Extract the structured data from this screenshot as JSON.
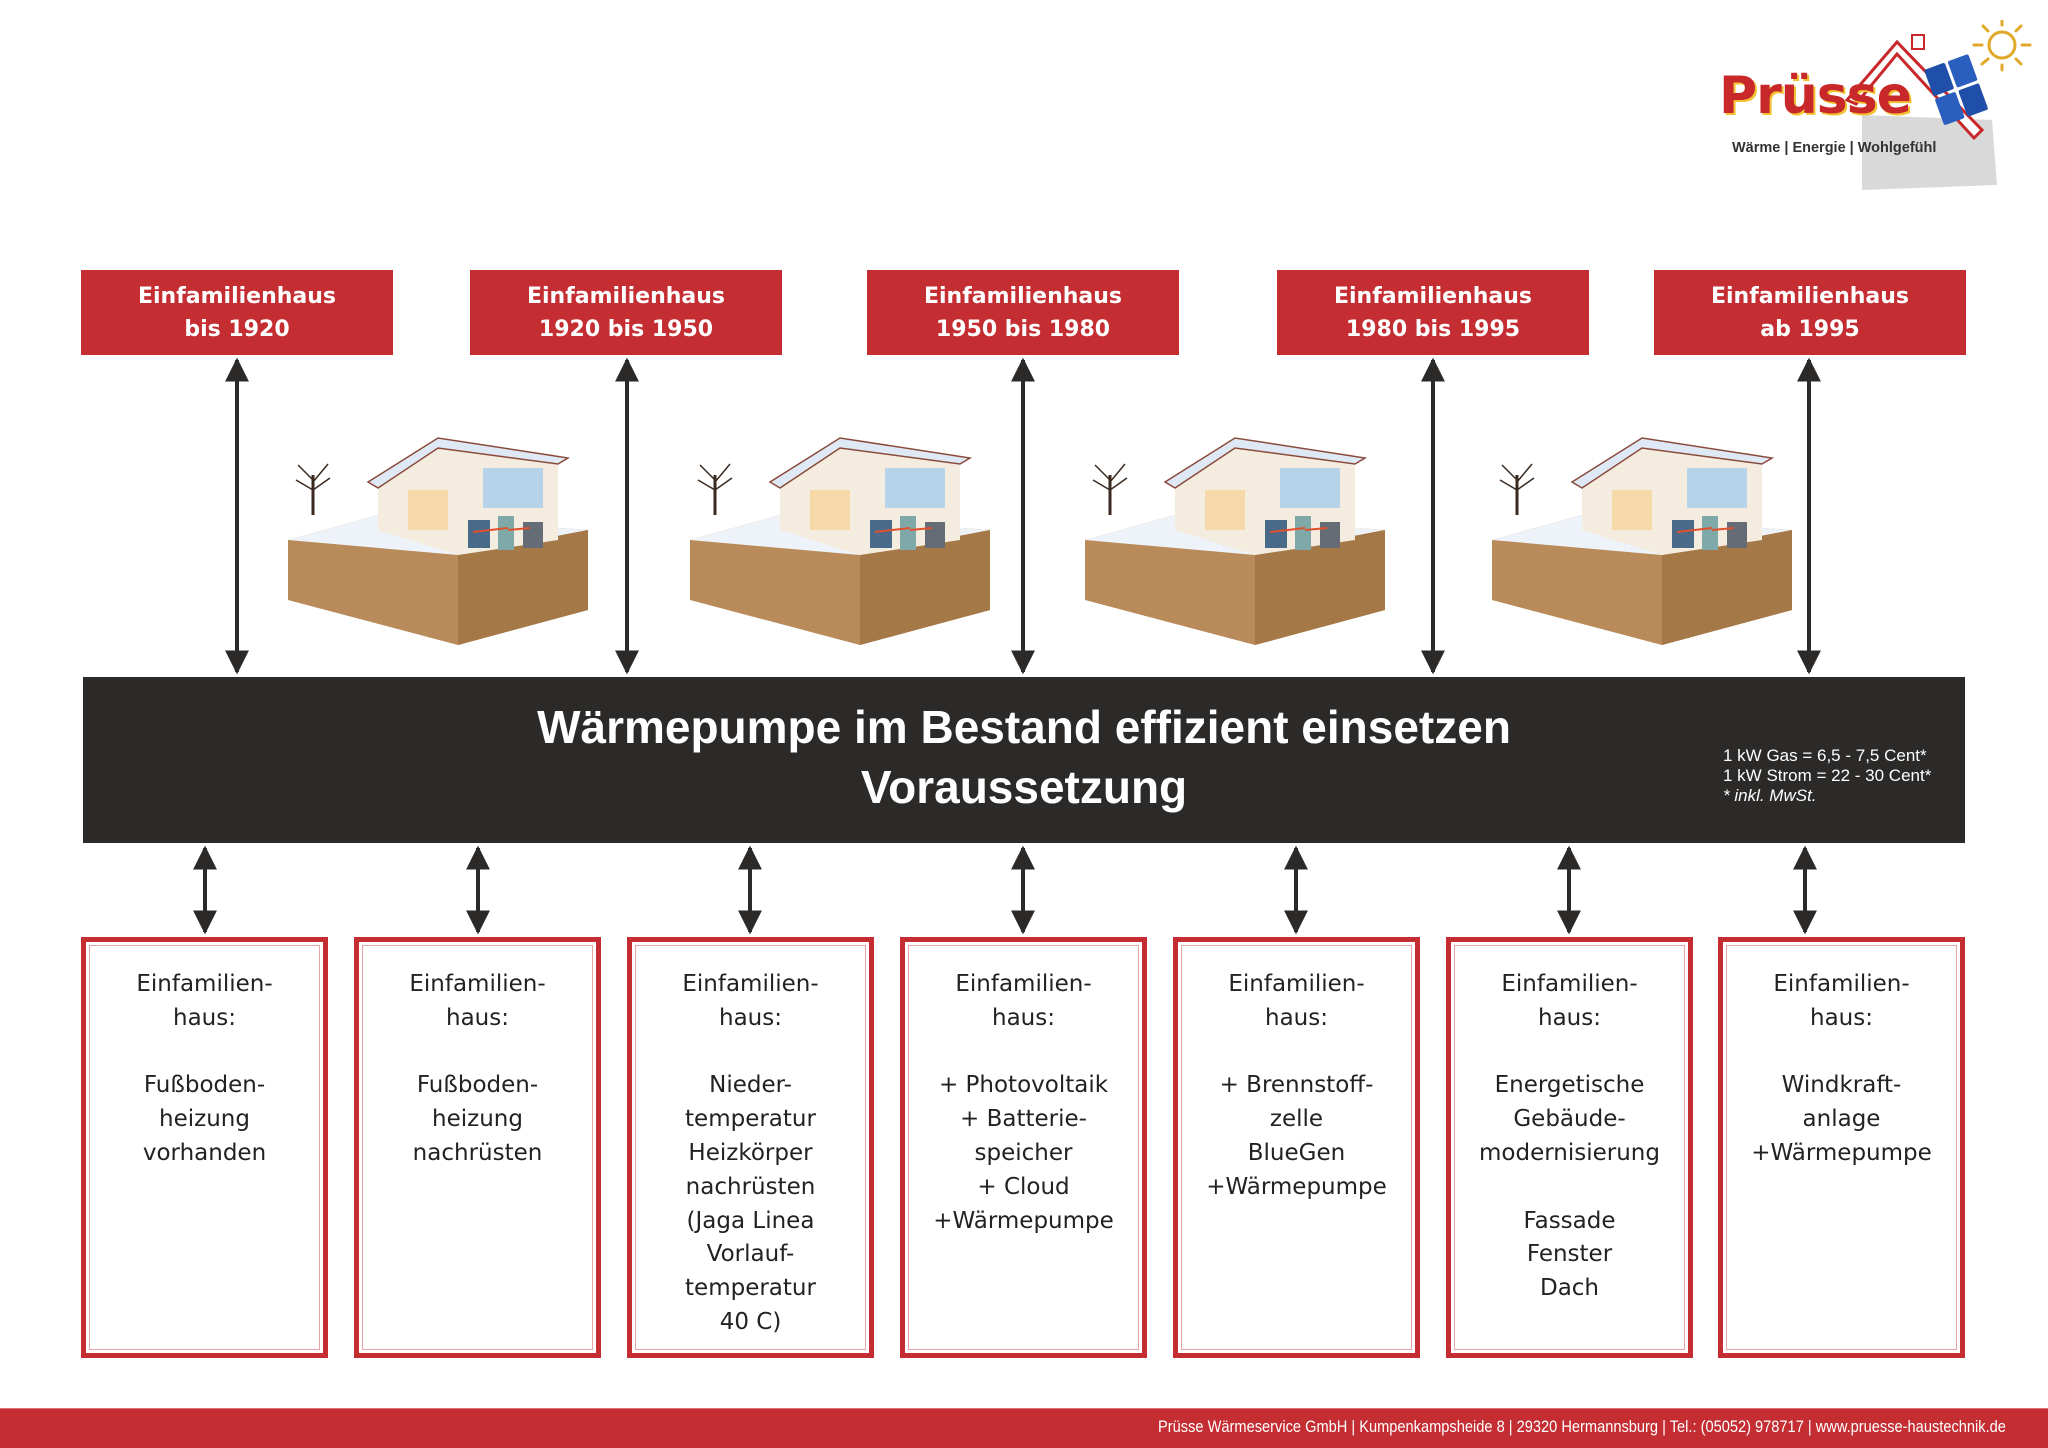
{
  "logo": {
    "brand": "Prüsse",
    "tagline": "Wärme | Energie | Wohlgefühl",
    "icon": "house-with-solar-roof-and-sun-icon",
    "colors": {
      "brand_red": "#c8282a",
      "shadow_yellow": "#f2c230",
      "solar_blue": "#1f4fa8",
      "sun": "#e0a92a"
    }
  },
  "eras": [
    {
      "line1": "Einfamilienhaus",
      "line2": "bis 1920",
      "illustration": "house-ground-collector-icon"
    },
    {
      "line1": "Einfamilienhaus",
      "line2": "1920 bis 1950",
      "illustration": "house-air-intake-icon"
    },
    {
      "line1": "Einfamilienhaus",
      "line2": "1950 bis 1980",
      "illustration": "house-groundwater-well-icon"
    },
    {
      "line1": "Einfamilienhaus",
      "line2": "1980 bis 1995",
      "illustration": "house-borehole-probe-icon"
    },
    {
      "line1": "Einfamilienhaus",
      "line2": "ab 1995"
    }
  ],
  "banner": {
    "title_line1": "Wärmepumpe im Bestand effizient einsetzen",
    "title_line2": "Voraussetzung",
    "note_gas": "1 kW Gas = 6,5 - 7,5 Cent*",
    "note_power": "1 kW Strom = 22 - 30 Cent*",
    "note_footnote": "* inkl. MwSt."
  },
  "requirements": [
    {
      "lines": [
        "Einfamilien-",
        "haus:",
        "",
        "Fußboden-",
        "heizung",
        "vorhanden"
      ]
    },
    {
      "lines": [
        "Einfamilien-",
        "haus:",
        "",
        "Fußboden-",
        "heizung",
        "nachrüsten"
      ]
    },
    {
      "lines": [
        "Einfamilien-",
        "haus:",
        "",
        "Nieder-",
        "temperatur",
        "Heizkörper",
        "nachrüsten",
        "(Jaga Linea",
        "Vorlauf-",
        "temperatur",
        "40 C)"
      ]
    },
    {
      "lines": [
        "Einfamilien-",
        "haus:",
        "",
        "+ Photovoltaik",
        "+ Batterie-",
        "speicher",
        "+ Cloud",
        "+Wärmepumpe"
      ]
    },
    {
      "lines": [
        "Einfamilien-",
        "haus:",
        "",
        "+ Brennstoff-",
        "zelle",
        "BlueGen",
        "+Wärmepumpe"
      ]
    },
    {
      "lines": [
        "Einfamilien-",
        "haus:",
        "",
        "Energetische",
        "Gebäude-",
        "modernisierung",
        "",
        "Fassade",
        "Fenster",
        "Dach"
      ]
    },
    {
      "lines": [
        "Einfamilien-",
        "haus:",
        "",
        "Windkraft-",
        "anlage",
        "+Wärmepumpe"
      ]
    }
  ],
  "footer": {
    "text": "Prüsse Wärmeservice GmbH | Kumpenkampsheide 8 | 29320 Hermannsburg | Tel.: (05052) 978717 | www.pruesse-haustechnik.de"
  },
  "colors": {
    "accent_red": "#c42e33",
    "banner_black": "#2b2a29",
    "arrow": "#2b2a29"
  }
}
